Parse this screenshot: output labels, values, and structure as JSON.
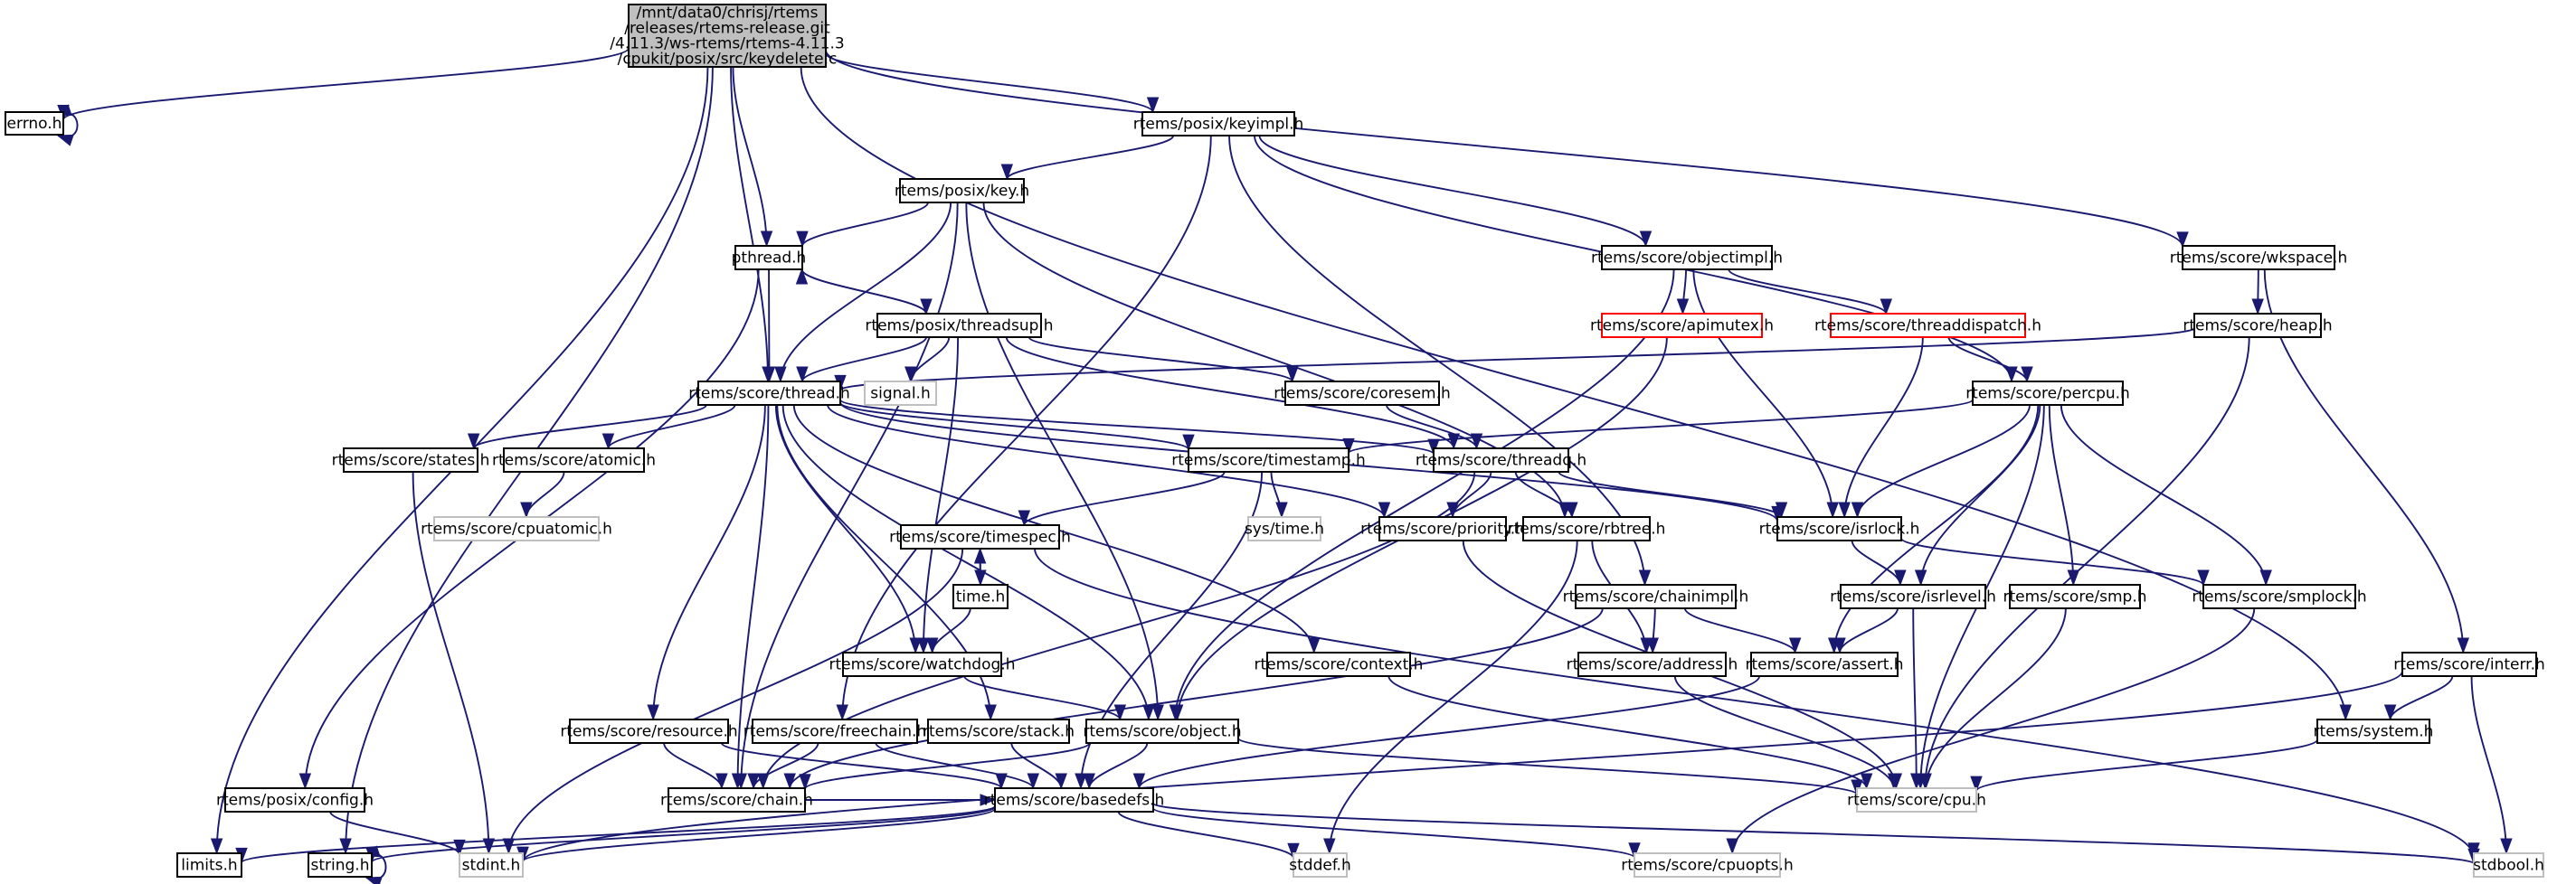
{
  "diagram": {
    "title": "Include dependency graph for keydelete.c",
    "colors": {
      "edge": "#191970",
      "root_fill": "#bfbfbf",
      "node_border": "#000000",
      "external_border": "#bfbfbf",
      "truncated_border": "#ff0000"
    },
    "nodes": [
      {
        "id": "root",
        "kind": "root",
        "lines": [
          "/mnt/data0/chrisj/rtems",
          "/releases/rtems-release.git",
          "/4.11.3/ws-rtems/rtems-4.11.3",
          "/cpukit/posix/src/keydelete.c"
        ]
      },
      {
        "id": "errno",
        "kind": "default",
        "lines": [
          "errno.h"
        ]
      },
      {
        "id": "keyimpl",
        "kind": "default",
        "lines": [
          "rtems/posix/keyimpl.h"
        ]
      },
      {
        "id": "key",
        "kind": "default",
        "lines": [
          "rtems/posix/key.h"
        ]
      },
      {
        "id": "pthread",
        "kind": "default",
        "lines": [
          "pthread.h"
        ]
      },
      {
        "id": "threadsup",
        "kind": "default",
        "lines": [
          "rtems/posix/threadsup.h"
        ]
      },
      {
        "id": "signal",
        "kind": "external",
        "lines": [
          "signal.h"
        ]
      },
      {
        "id": "thread",
        "kind": "default",
        "lines": [
          "rtems/score/thread.h"
        ]
      },
      {
        "id": "objectimpl",
        "kind": "default",
        "lines": [
          "rtems/score/objectimpl.h"
        ]
      },
      {
        "id": "apimutex",
        "kind": "truncated",
        "lines": [
          "rtems/score/apimutex.h"
        ]
      },
      {
        "id": "threaddispatch",
        "kind": "truncated",
        "lines": [
          "rtems/score/threaddispatch.h"
        ]
      },
      {
        "id": "wkspace",
        "kind": "default",
        "lines": [
          "rtems/score/wkspace.h"
        ]
      },
      {
        "id": "heap",
        "kind": "default",
        "lines": [
          "rtems/score/heap.h"
        ]
      },
      {
        "id": "coresem",
        "kind": "default",
        "lines": [
          "rtems/score/coresem.h"
        ]
      },
      {
        "id": "percpu",
        "kind": "default",
        "lines": [
          "rtems/score/percpu.h"
        ]
      },
      {
        "id": "states",
        "kind": "default",
        "lines": [
          "rtems/score/states.h"
        ]
      },
      {
        "id": "atomic",
        "kind": "default",
        "lines": [
          "rtems/score/atomic.h"
        ]
      },
      {
        "id": "cpuatomic",
        "kind": "external",
        "lines": [
          "rtems/score/cpuatomic.h"
        ]
      },
      {
        "id": "timestamp",
        "kind": "default",
        "lines": [
          "rtems/score/timestamp.h"
        ]
      },
      {
        "id": "threadq",
        "kind": "default",
        "lines": [
          "rtems/score/threadq.h"
        ]
      },
      {
        "id": "systime",
        "kind": "external",
        "lines": [
          "sys/time.h"
        ]
      },
      {
        "id": "priority",
        "kind": "default",
        "lines": [
          "rtems/score/priority.h"
        ]
      },
      {
        "id": "rbtree",
        "kind": "default",
        "lines": [
          "rtems/score/rbtree.h"
        ]
      },
      {
        "id": "isrlock",
        "kind": "default",
        "lines": [
          "rtems/score/isrlock.h"
        ]
      },
      {
        "id": "timespec",
        "kind": "default",
        "lines": [
          "rtems/score/timespec.h"
        ]
      },
      {
        "id": "time",
        "kind": "default",
        "lines": [
          "time.h"
        ]
      },
      {
        "id": "chainimpl",
        "kind": "default",
        "lines": [
          "rtems/score/chainimpl.h"
        ]
      },
      {
        "id": "isrlevel",
        "kind": "default",
        "lines": [
          "rtems/score/isrlevel.h"
        ]
      },
      {
        "id": "smp",
        "kind": "default",
        "lines": [
          "rtems/score/smp.h"
        ]
      },
      {
        "id": "smplock",
        "kind": "default",
        "lines": [
          "rtems/score/smplock.h"
        ]
      },
      {
        "id": "watchdog",
        "kind": "default",
        "lines": [
          "rtems/score/watchdog.h"
        ]
      },
      {
        "id": "context",
        "kind": "default",
        "lines": [
          "rtems/score/context.h"
        ]
      },
      {
        "id": "address",
        "kind": "default",
        "lines": [
          "rtems/score/address.h"
        ]
      },
      {
        "id": "assert",
        "kind": "default",
        "lines": [
          "rtems/score/assert.h"
        ]
      },
      {
        "id": "interr",
        "kind": "default",
        "lines": [
          "rtems/score/interr.h"
        ]
      },
      {
        "id": "resource",
        "kind": "default",
        "lines": [
          "rtems/score/resource.h"
        ]
      },
      {
        "id": "freechain",
        "kind": "default",
        "lines": [
          "rtems/score/freechain.h"
        ]
      },
      {
        "id": "stack",
        "kind": "default",
        "lines": [
          "rtems/score/stack.h"
        ]
      },
      {
        "id": "object",
        "kind": "default",
        "lines": [
          "rtems/score/object.h"
        ]
      },
      {
        "id": "system",
        "kind": "default",
        "lines": [
          "rtems/system.h"
        ]
      },
      {
        "id": "config",
        "kind": "default",
        "lines": [
          "rtems/posix/config.h"
        ]
      },
      {
        "id": "chain",
        "kind": "default",
        "lines": [
          "rtems/score/chain.h"
        ]
      },
      {
        "id": "basedefs",
        "kind": "default",
        "lines": [
          "rtems/score/basedefs.h"
        ]
      },
      {
        "id": "cpu",
        "kind": "external",
        "lines": [
          "rtems/score/cpu.h"
        ]
      },
      {
        "id": "limits",
        "kind": "default",
        "lines": [
          "limits.h"
        ]
      },
      {
        "id": "string",
        "kind": "default",
        "lines": [
          "string.h"
        ]
      },
      {
        "id": "stdint",
        "kind": "external",
        "lines": [
          "stdint.h"
        ]
      },
      {
        "id": "stddef",
        "kind": "external",
        "lines": [
          "stddef.h"
        ]
      },
      {
        "id": "cpuopts",
        "kind": "external",
        "lines": [
          "rtems/score/cpuopts.h"
        ]
      },
      {
        "id": "stdbool",
        "kind": "external",
        "lines": [
          "stdbool.h"
        ]
      }
    ],
    "edges": [
      [
        "root",
        "errno"
      ],
      [
        "errno",
        "errno"
      ],
      [
        "root",
        "keyimpl"
      ],
      [
        "root",
        "pthread"
      ],
      [
        "root",
        "thread"
      ],
      [
        "root",
        "wkspace"
      ],
      [
        "root",
        "system"
      ],
      [
        "root",
        "limits"
      ],
      [
        "root",
        "string"
      ],
      [
        "keyimpl",
        "key"
      ],
      [
        "keyimpl",
        "objectimpl"
      ],
      [
        "keyimpl",
        "percpu"
      ],
      [
        "keyimpl",
        "freechain"
      ],
      [
        "keyimpl",
        "chainimpl"
      ],
      [
        "key",
        "pthread"
      ],
      [
        "key",
        "thread"
      ],
      [
        "key",
        "object"
      ],
      [
        "key",
        "rbtree"
      ],
      [
        "key",
        "chain"
      ],
      [
        "pthread",
        "threadsup"
      ],
      [
        "pthread",
        "thread"
      ],
      [
        "pthread",
        "config"
      ],
      [
        "threadsup",
        "pthread"
      ],
      [
        "threadsup",
        "thread"
      ],
      [
        "threadsup",
        "signal"
      ],
      [
        "threadsup",
        "coresem"
      ],
      [
        "threadsup",
        "threadq"
      ],
      [
        "threadsup",
        "watchdog"
      ],
      [
        "objectimpl",
        "object"
      ],
      [
        "objectimpl",
        "apimutex"
      ],
      [
        "objectimpl",
        "threaddispatch"
      ],
      [
        "objectimpl",
        "isrlock"
      ],
      [
        "threaddispatch",
        "percpu"
      ],
      [
        "threaddispatch",
        "isrlock"
      ],
      [
        "wkspace",
        "heap"
      ],
      [
        "wkspace",
        "interr"
      ],
      [
        "heap",
        "thread"
      ],
      [
        "heap",
        "cpu"
      ],
      [
        "apimutex",
        "object"
      ],
      [
        "coresem",
        "threadq"
      ],
      [
        "thread",
        "states"
      ],
      [
        "thread",
        "atomic"
      ],
      [
        "thread",
        "timestamp"
      ],
      [
        "thread",
        "threadq"
      ],
      [
        "thread",
        "priority"
      ],
      [
        "thread",
        "isrlock"
      ],
      [
        "thread",
        "watchdog"
      ],
      [
        "thread",
        "context"
      ],
      [
        "thread",
        "resource"
      ],
      [
        "thread",
        "stack"
      ],
      [
        "thread",
        "object"
      ],
      [
        "thread",
        "chain"
      ],
      [
        "atomic",
        "cpuatomic"
      ],
      [
        "states",
        "stdint"
      ],
      [
        "percpu",
        "timestamp"
      ],
      [
        "percpu",
        "isrlock"
      ],
      [
        "percpu",
        "isrlevel"
      ],
      [
        "percpu",
        "smp"
      ],
      [
        "percpu",
        "smplock"
      ],
      [
        "percpu",
        "assert"
      ],
      [
        "percpu",
        "cpu"
      ],
      [
        "timestamp",
        "timespec"
      ],
      [
        "timestamp",
        "systime"
      ],
      [
        "timestamp",
        "basedefs"
      ],
      [
        "threadq",
        "priority"
      ],
      [
        "threadq",
        "rbtree"
      ],
      [
        "threadq",
        "isrlock"
      ],
      [
        "threadq",
        "chain"
      ],
      [
        "timespec",
        "time"
      ],
      [
        "timespec",
        "stdint"
      ],
      [
        "timespec",
        "stdbool"
      ],
      [
        "time",
        "timespec"
      ],
      [
        "time",
        "watchdog"
      ],
      [
        "priority",
        "cpu"
      ],
      [
        "rbtree",
        "address"
      ],
      [
        "rbtree",
        "stddef"
      ],
      [
        "isrlock",
        "isrlevel"
      ],
      [
        "isrlock",
        "smplock"
      ],
      [
        "chainimpl",
        "address"
      ],
      [
        "chainimpl",
        "assert"
      ],
      [
        "chainimpl",
        "chain"
      ],
      [
        "isrlevel",
        "assert"
      ],
      [
        "isrlevel",
        "cpu"
      ],
      [
        "smp",
        "cpu"
      ],
      [
        "smplock",
        "cpuopts"
      ],
      [
        "watchdog",
        "object"
      ],
      [
        "context",
        "cpu"
      ],
      [
        "address",
        "cpu"
      ],
      [
        "assert",
        "basedefs"
      ],
      [
        "interr",
        "system"
      ],
      [
        "interr",
        "stdbool"
      ],
      [
        "interr",
        "stdint"
      ],
      [
        "resource",
        "chain"
      ],
      [
        "resource",
        "basedefs"
      ],
      [
        "freechain",
        "chain"
      ],
      [
        "freechain",
        "basedefs"
      ],
      [
        "stack",
        "basedefs"
      ],
      [
        "object",
        "basedefs"
      ],
      [
        "object",
        "chain"
      ],
      [
        "object",
        "cpu"
      ],
      [
        "system",
        "cpu"
      ],
      [
        "config",
        "stdint"
      ],
      [
        "chain",
        "basedefs"
      ],
      [
        "basedefs",
        "limits"
      ],
      [
        "basedefs",
        "string"
      ],
      [
        "basedefs",
        "stdint"
      ],
      [
        "basedefs",
        "stddef"
      ],
      [
        "basedefs",
        "cpuopts"
      ],
      [
        "basedefs",
        "stdbool"
      ],
      [
        "string",
        "string"
      ]
    ]
  }
}
